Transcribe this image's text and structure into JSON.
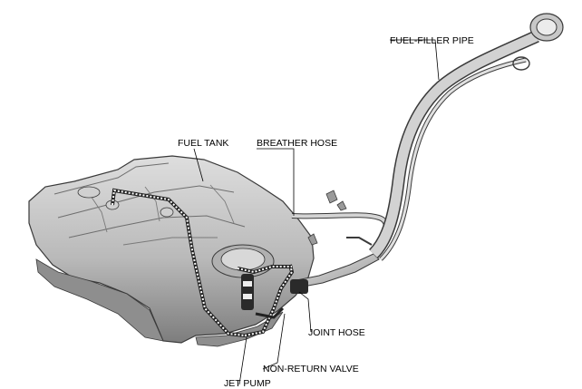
{
  "labels": {
    "fuel_filler_pipe": "FUEL-FILLER PIPE",
    "fuel_tank": "FUEL TANK",
    "breather_hose": "BREATHER HOSE",
    "joint_hose": "JOINT HOSE",
    "non_return_valve": "NON-RETURN VALVE",
    "jet_pump": "JET PUMP"
  },
  "colors": {
    "tank_fill": "#c4c4c4",
    "tank_shadow": "#8e8e8e",
    "pipe_fill": "#d0d0d0",
    "outline": "#3a3a3a",
    "hatched_line": "#222222",
    "background": "#ffffff"
  }
}
